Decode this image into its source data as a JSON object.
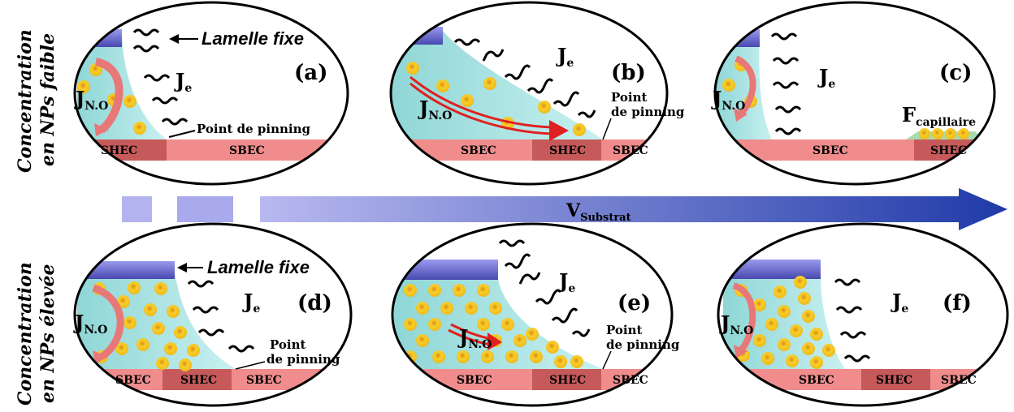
{
  "row_labels": {
    "top_line1": "Concentration",
    "top_line2": "en NPs faible",
    "bottom_line1": "Concentration",
    "bottom_line2": "en NPs élevée"
  },
  "panels": {
    "a": {
      "letter": "(a)",
      "lamelle": "Lamelle fixe",
      "je": "J",
      "je_sub": "e",
      "jno": "J",
      "jno_sub": "N.O",
      "pinning": "Point de pinning",
      "sub1": "SHEC",
      "sub2": "SBEC"
    },
    "b": {
      "letter": "(b)",
      "je": "J",
      "je_sub": "e",
      "jno": "J",
      "jno_sub": "N.O",
      "pin1": "Point",
      "pin2": "de pinning",
      "sub1": "SBEC",
      "sub2": "SHEC",
      "sub3": "SBEC"
    },
    "c": {
      "letter": "(c)",
      "je": "J",
      "je_sub": "e",
      "jno": "J",
      "jno_sub": "N.O",
      "fcap": "F",
      "fcap_sub": "capillaire",
      "sub1": "SBEC",
      "sub2": "SHEC"
    },
    "d": {
      "letter": "(d)",
      "lamelle": "Lamelle fixe",
      "je": "J",
      "je_sub": "e",
      "jno": "J",
      "jno_sub": "N.O",
      "pin1": "Point",
      "pin2": "de pinning",
      "sub1": "SBEC",
      "sub2": "SHEC",
      "sub3": "SBEC"
    },
    "e": {
      "letter": "(e)",
      "je": "J",
      "je_sub": "e",
      "jno": "J",
      "jno_sub": "N.O",
      "pin1": "Point",
      "pin2": "de pinning",
      "sub1": "SBEC",
      "sub2": "SHEC",
      "sub3": "SBEC"
    },
    "f": {
      "letter": "(f)",
      "je": "J",
      "je_sub": "e",
      "jno": "J",
      "jno_sub": "N.O",
      "sub1": "SBEC",
      "sub2": "SHEC",
      "sub3": "SBEC"
    }
  },
  "velocity": {
    "label": "V",
    "sub": "Substrat"
  },
  "colors": {
    "liquid": "#a8e4e4",
    "substrate": "#f08c8c",
    "shec": "#c65a5a",
    "lamelle": "#6f6fd0",
    "arrow": "#2f44b0",
    "particle": "#f2c21a"
  }
}
